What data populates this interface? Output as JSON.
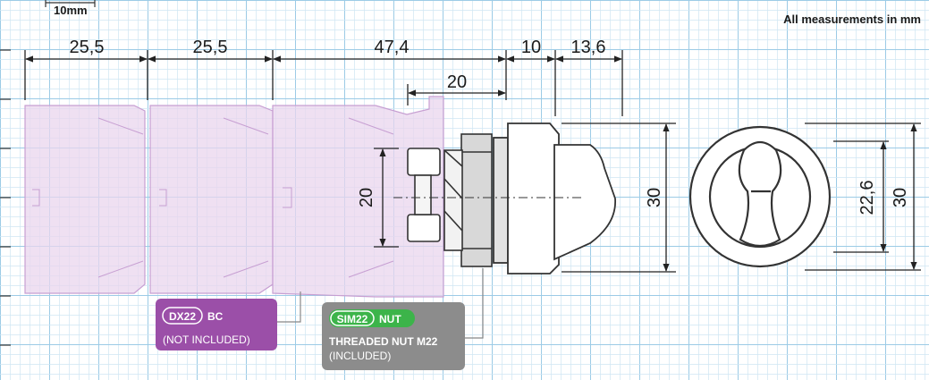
{
  "scale_label": "10mm",
  "note": "All measurements in mm",
  "dimensions": {
    "d1": "25,5",
    "d2": "25,5",
    "d3": "47,4",
    "d4": "10",
    "d5": "13,6",
    "d6": "20",
    "d7": "20",
    "d8": "30",
    "d9": "22,6",
    "d10": "30"
  },
  "callouts": {
    "dx": {
      "badge": "DX22",
      "suffix": "BC",
      "line2": "(NOT INCLUDED)",
      "color": "#9b4fa8"
    },
    "sim": {
      "badge": "SIM22",
      "suffix": "NUT",
      "line1": "THREADED NUT M22",
      "line2": "(INCLUDED)",
      "color": "#8c8c8c",
      "badge_color": "#3cb44a"
    }
  },
  "colors": {
    "grid_minor": "#cfe6f3",
    "grid_major": "#9ccbe6",
    "contact_block": "#e9d6ee",
    "contact_block_edge": "#c79fd2"
  }
}
